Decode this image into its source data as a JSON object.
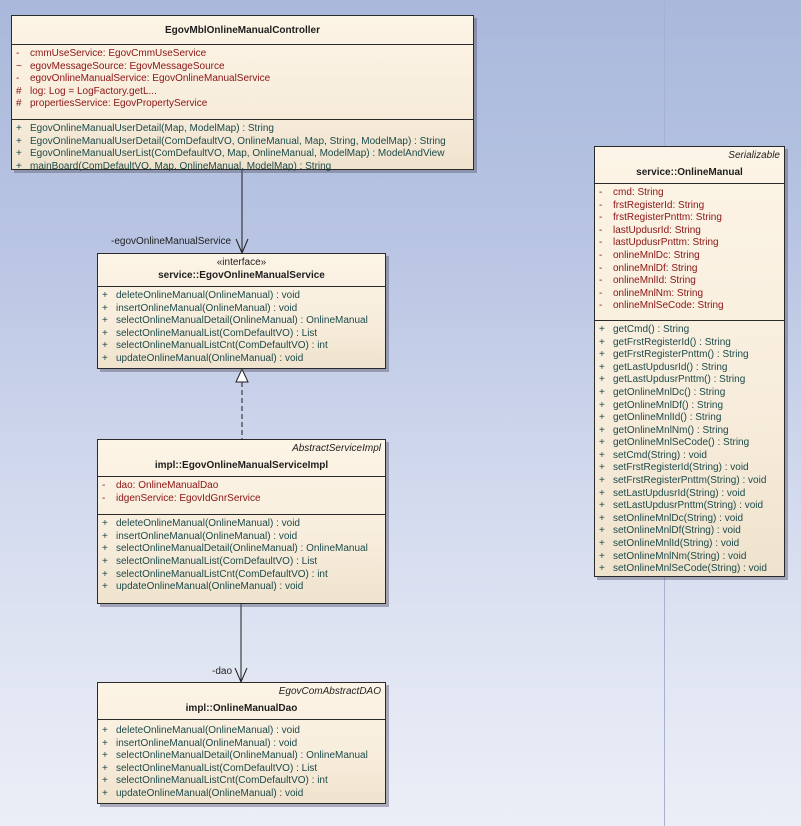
{
  "diagram": {
    "type": "UML class diagram",
    "classes": {
      "controller": {
        "name": "EgovMblOnlineManualController",
        "stereotype": null,
        "parent": null,
        "attributes": [
          {
            "vis": "-",
            "text": "cmmUseService:  EgovCmmUseService"
          },
          {
            "vis": "~",
            "text": "egovMessageSource:  EgovMessageSource"
          },
          {
            "vis": "-",
            "text": "egovOnlineManualService:  EgovOnlineManualService"
          },
          {
            "vis": "#",
            "text": "log:  Log = LogFactory.getL..."
          },
          {
            "vis": "#",
            "text": "propertiesService:  EgovPropertyService"
          }
        ],
        "operations": [
          {
            "vis": "+",
            "text": "EgovOnlineManualUserDetail(Map, ModelMap) : String"
          },
          {
            "vis": "+",
            "text": "EgovOnlineManualUserDetail(ComDefaultVO, OnlineManual, Map, String, ModelMap) : String"
          },
          {
            "vis": "+",
            "text": "EgovOnlineManualUserList(ComDefaultVO, Map, OnlineManual, ModelMap) : ModelAndView"
          },
          {
            "vis": "+",
            "text": "mainBoard(ComDefaultVO, Map, OnlineManual, ModelMap) : String"
          }
        ]
      },
      "service_interface": {
        "name": "service::EgovOnlineManualService",
        "stereotype": "«interface»",
        "parent": null,
        "operations": [
          {
            "vis": "+",
            "text": "deleteOnlineManual(OnlineManual) : void"
          },
          {
            "vis": "+",
            "text": "insertOnlineManual(OnlineManual) : void"
          },
          {
            "vis": "+",
            "text": "selectOnlineManualDetail(OnlineManual) : OnlineManual"
          },
          {
            "vis": "+",
            "text": "selectOnlineManualList(ComDefaultVO) : List"
          },
          {
            "vis": "+",
            "text": "selectOnlineManualListCnt(ComDefaultVO) : int"
          },
          {
            "vis": "+",
            "text": "updateOnlineManual(OnlineManual) : void"
          }
        ]
      },
      "service_impl": {
        "name": "impl::EgovOnlineManualServiceImpl",
        "parent": "AbstractServiceImpl",
        "attributes": [
          {
            "vis": "-",
            "text": "dao:  OnlineManualDao"
          },
          {
            "vis": "-",
            "text": "idgenService:  EgovIdGnrService"
          }
        ],
        "operations": [
          {
            "vis": "+",
            "text": "deleteOnlineManual(OnlineManual) : void"
          },
          {
            "vis": "+",
            "text": "insertOnlineManual(OnlineManual) : void"
          },
          {
            "vis": "+",
            "text": "selectOnlineManualDetail(OnlineManual) : OnlineManual"
          },
          {
            "vis": "+",
            "text": "selectOnlineManualList(ComDefaultVO) : List"
          },
          {
            "vis": "+",
            "text": "selectOnlineManualListCnt(ComDefaultVO) : int"
          },
          {
            "vis": "+",
            "text": "updateOnlineManual(OnlineManual) : void"
          }
        ]
      },
      "dao": {
        "name": "impl::OnlineManualDao",
        "parent": "EgovComAbstractDAO",
        "operations": [
          {
            "vis": "+",
            "text": "deleteOnlineManual(OnlineManual) : void"
          },
          {
            "vis": "+",
            "text": "insertOnlineManual(OnlineManual) : void"
          },
          {
            "vis": "+",
            "text": "selectOnlineManualDetail(OnlineManual) : OnlineManual"
          },
          {
            "vis": "+",
            "text": "selectOnlineManualList(ComDefaultVO) : List"
          },
          {
            "vis": "+",
            "text": "selectOnlineManualListCnt(ComDefaultVO) : int"
          },
          {
            "vis": "+",
            "text": "updateOnlineManual(OnlineManual) : void"
          }
        ]
      },
      "vo": {
        "name": "service::OnlineManual",
        "parent": "Serializable",
        "attributes": [
          {
            "vis": "-",
            "text": "cmd:  String"
          },
          {
            "vis": "-",
            "text": "frstRegisterId:  String"
          },
          {
            "vis": "-",
            "text": "frstRegisterPnttm:  String"
          },
          {
            "vis": "-",
            "text": "lastUpdusrId:  String"
          },
          {
            "vis": "-",
            "text": "lastUpdusrPnttm:  String"
          },
          {
            "vis": "-",
            "text": "onlineMnlDc:  String"
          },
          {
            "vis": "-",
            "text": "onlineMnlDf:  String"
          },
          {
            "vis": "-",
            "text": "onlineMnlId:  String"
          },
          {
            "vis": "-",
            "text": "onlineMnlNm:  String"
          },
          {
            "vis": "-",
            "text": "onlineMnlSeCode:  String"
          }
        ],
        "operations": [
          {
            "vis": "+",
            "text": "getCmd() : String"
          },
          {
            "vis": "+",
            "text": "getFrstRegisterId() : String"
          },
          {
            "vis": "+",
            "text": "getFrstRegisterPnttm() : String"
          },
          {
            "vis": "+",
            "text": "getLastUpdusrId() : String"
          },
          {
            "vis": "+",
            "text": "getLastUpdusrPnttm() : String"
          },
          {
            "vis": "+",
            "text": "getOnlineMnlDc() : String"
          },
          {
            "vis": "+",
            "text": "getOnlineMnlDf() : String"
          },
          {
            "vis": "+",
            "text": "getOnlineMnlId() : String"
          },
          {
            "vis": "+",
            "text": "getOnlineMnlNm() : String"
          },
          {
            "vis": "+",
            "text": "getOnlineMnlSeCode() : String"
          },
          {
            "vis": "+",
            "text": "setCmd(String) : void"
          },
          {
            "vis": "+",
            "text": "setFrstRegisterId(String) : void"
          },
          {
            "vis": "+",
            "text": "setFrstRegisterPnttm(String) : void"
          },
          {
            "vis": "+",
            "text": "setLastUpdusrId(String) : void"
          },
          {
            "vis": "+",
            "text": "setLastUpdusrPnttm(String) : void"
          },
          {
            "vis": "+",
            "text": "setOnlineMnlDc(String) : void"
          },
          {
            "vis": "+",
            "text": "setOnlineMnlDf(String) : void"
          },
          {
            "vis": "+",
            "text": "setOnlineMnlId(String) : void"
          },
          {
            "vis": "+",
            "text": "setOnlineMnlNm(String) : void"
          },
          {
            "vis": "+",
            "text": "setOnlineMnlSeCode(String) : void"
          }
        ]
      }
    },
    "connectors": {
      "controller_to_service": {
        "type": "association",
        "role": "-egovOnlineManualService"
      },
      "impl_to_service": {
        "type": "realization",
        "role": ""
      },
      "impl_to_dao": {
        "type": "association",
        "role": "-dao"
      }
    },
    "colors": {
      "attribute_text": "#8b1414",
      "operation_text": "#1c4a4a",
      "class_fill": "#fcf4e6",
      "border": "#2a2a2a",
      "background_top": "#a9b8db",
      "background_bottom": "#eceef7"
    }
  }
}
